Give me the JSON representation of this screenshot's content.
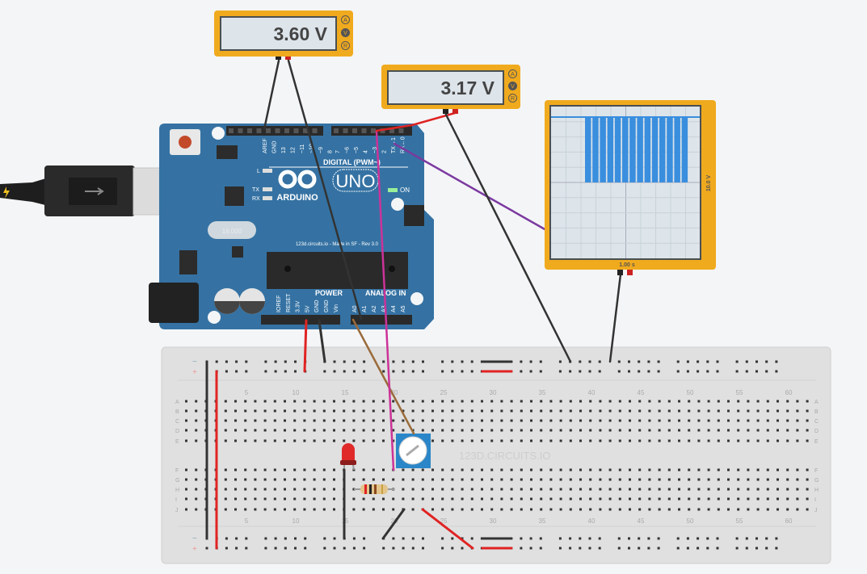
{
  "multimeter1": {
    "reading": "3.60 V",
    "modes": [
      "A",
      "V",
      "R"
    ],
    "selected_mode": "V"
  },
  "multimeter2": {
    "reading": "3.17 V",
    "modes": [
      "A",
      "V",
      "R"
    ],
    "selected_mode": "V"
  },
  "oscilloscope": {
    "time_per_div": "1.00 s",
    "volts_per_div": "10.0 V",
    "trace_color": "#3a8ede"
  },
  "arduino": {
    "brand": "ARDUINO",
    "model": "UNO",
    "on_label": "ON",
    "led_l": "L",
    "led_tx": "TX",
    "led_rx": "RX",
    "digital_label": "DIGITAL (PWM~)",
    "digital_pins": [
      "AREF",
      "GND",
      "13",
      "12",
      "~11",
      "~10",
      "~9",
      "8",
      "7",
      "~6",
      "~5",
      "4",
      "~3",
      "2",
      "TX→1",
      "RX←0"
    ],
    "power_label": "POWER",
    "power_pins": [
      "IOREF",
      "RESET",
      "3.3V",
      "5V",
      "GND",
      "GND",
      "Vin"
    ],
    "analog_label": "ANALOG IN",
    "analog_pins": [
      "A0",
      "A1",
      "A2",
      "A3",
      "A4",
      "A5"
    ],
    "silk_text": "123d.circuits.io - Made in SF - Rev 3.0",
    "crystal_text": "16.000",
    "board_color": "#3572a3"
  },
  "breadboard": {
    "column_labels": [
      "5",
      "10",
      "15",
      "20",
      "25",
      "30",
      "35",
      "40",
      "45",
      "50",
      "55",
      "60"
    ],
    "row_labels_top": [
      "A",
      "B",
      "C",
      "D",
      "E"
    ],
    "row_labels_bottom": [
      "F",
      "G",
      "H",
      "I",
      "J"
    ],
    "rail_minus": "−",
    "rail_plus": "+",
    "watermark": "123D.CIRCUITS.IO"
  },
  "wire_colors": {
    "red": "#e02323",
    "black": "#333333",
    "magenta": "#cc3399",
    "purple": "#7b3aa0",
    "brown": "#9a6b3a"
  }
}
